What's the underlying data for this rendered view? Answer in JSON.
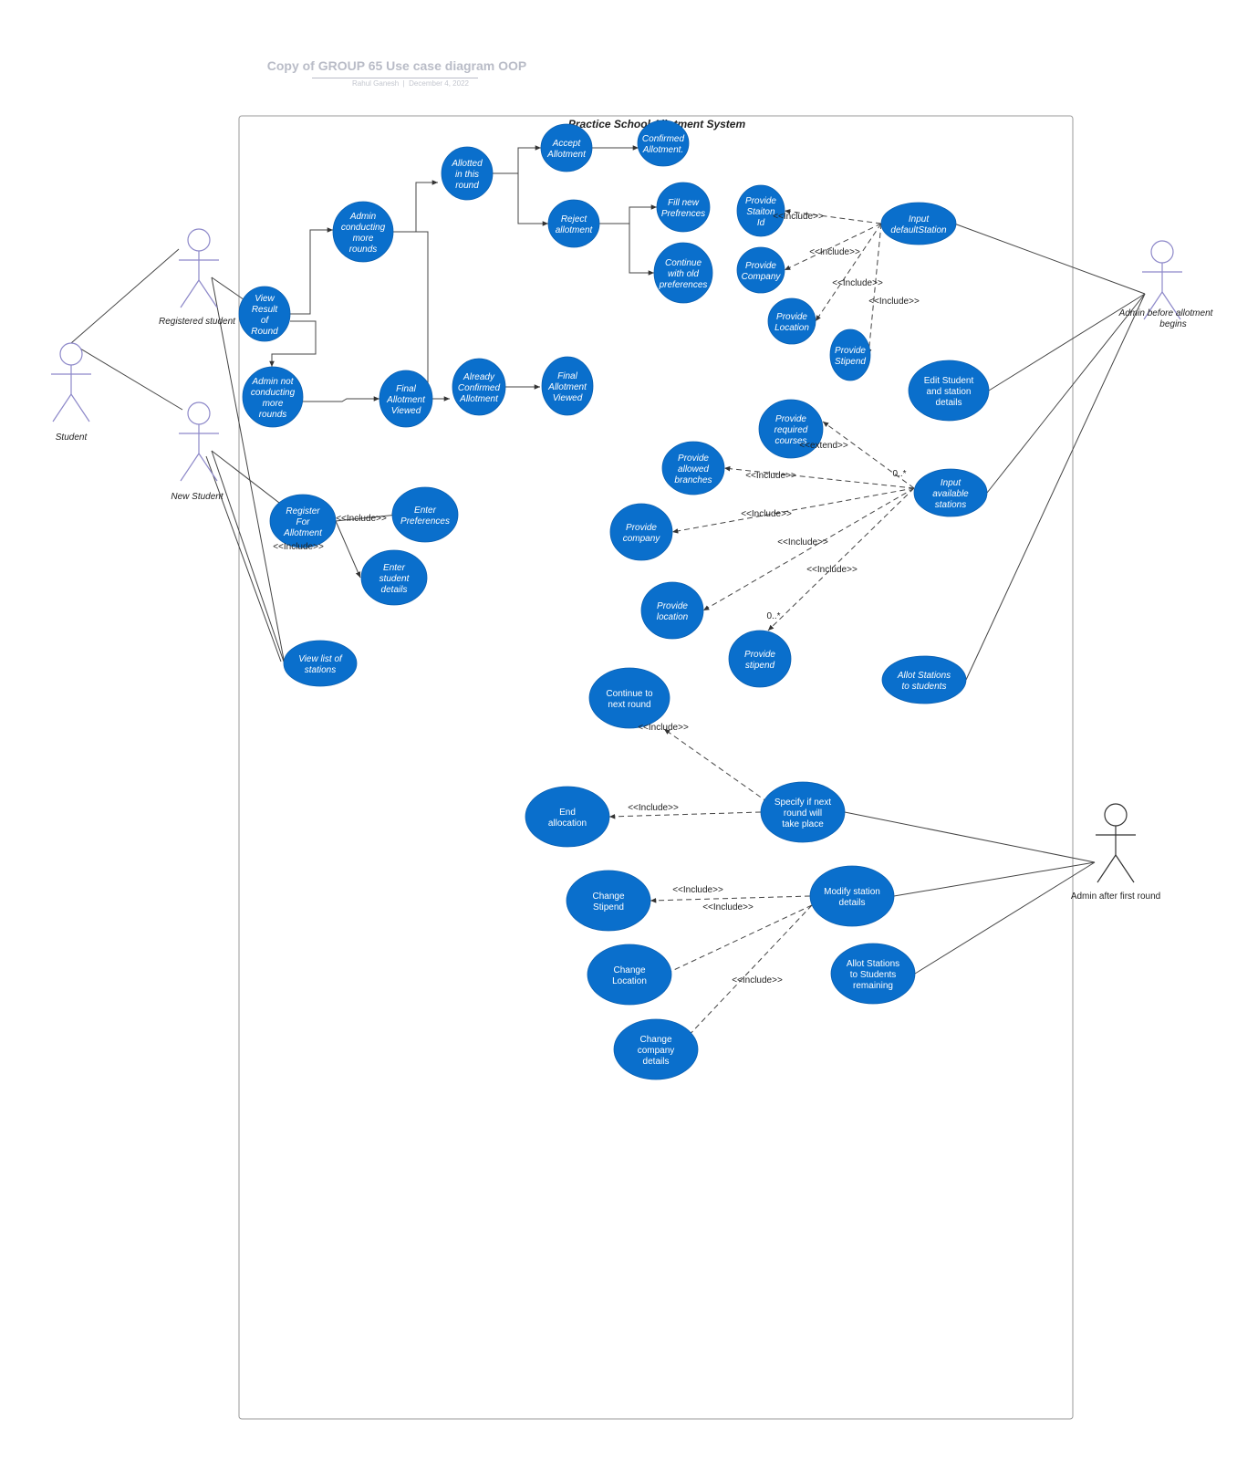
{
  "document": {
    "title": "Copy of GROUP 65 Use case diagram OOP",
    "author": "Rahul Ganesh",
    "date": "December 4, 2022"
  },
  "system": {
    "name": "Practice School Allotment System"
  },
  "colors": {
    "usecase_fill": "#0a6fcc",
    "usecase_text": "#ffffff",
    "actor_stroke": "#8d88c9",
    "line": "#444444",
    "boundary": "#9a9a9a",
    "title": "#b9bcc7"
  },
  "actors": [
    {
      "id": "student",
      "label": "Student"
    },
    {
      "id": "registered",
      "label": "Registered student"
    },
    {
      "id": "new",
      "label": "New Student"
    },
    {
      "id": "admin_before",
      "label": "Admin before allotment begins"
    },
    {
      "id": "admin_after",
      "label": "Admin after first round"
    }
  ],
  "use_cases": [
    {
      "id": "view_result",
      "lines": [
        "View",
        "Result",
        "of",
        "Round"
      ],
      "italic": true
    },
    {
      "id": "admin_conducting",
      "lines": [
        "Admin",
        "conducting",
        "more",
        "rounds"
      ],
      "italic": true
    },
    {
      "id": "admin_not",
      "lines": [
        "Admin not",
        "conducting",
        "more",
        "rounds"
      ],
      "italic": true
    },
    {
      "id": "allotted",
      "lines": [
        "Allotted",
        "in this",
        "round"
      ],
      "italic": true
    },
    {
      "id": "accept",
      "lines": [
        "Accept",
        "Allotment"
      ],
      "italic": true
    },
    {
      "id": "confirmed",
      "lines": [
        "Confirmed",
        "Allotment."
      ],
      "italic": true
    },
    {
      "id": "reject",
      "lines": [
        "Reject",
        "allotment"
      ],
      "italic": true
    },
    {
      "id": "fill_new",
      "lines": [
        "Fill new",
        "Prefrences"
      ],
      "italic": true
    },
    {
      "id": "continue_old",
      "lines": [
        "Continue",
        "with old",
        "preferences"
      ],
      "italic": true
    },
    {
      "id": "final_viewed1",
      "lines": [
        "Final",
        "Allotment",
        "Viewed"
      ],
      "italic": true
    },
    {
      "id": "already_confirmed",
      "lines": [
        "Already",
        "Confirmed",
        "Allotment"
      ],
      "italic": true
    },
    {
      "id": "final_viewed2",
      "lines": [
        "Final",
        "Allotment",
        "Viewed"
      ],
      "italic": true
    },
    {
      "id": "register",
      "lines": [
        "Register",
        "For",
        "Allotment"
      ],
      "italic": true
    },
    {
      "id": "enter_pref",
      "lines": [
        "Enter",
        "Preferences"
      ],
      "italic": true
    },
    {
      "id": "enter_student",
      "lines": [
        "Enter",
        "student",
        "details"
      ],
      "italic": true
    },
    {
      "id": "view_stations",
      "lines": [
        "View list of",
        "stations"
      ],
      "italic": true
    },
    {
      "id": "provide_station_id",
      "lines": [
        "Provide",
        "Staiton",
        "Id"
      ],
      "italic": true
    },
    {
      "id": "provide_company1",
      "lines": [
        "Provide",
        "Company"
      ],
      "italic": true
    },
    {
      "id": "provide_location1",
      "lines": [
        "Provide",
        "Location"
      ],
      "italic": true
    },
    {
      "id": "provide_stipend1",
      "lines": [
        "Provide",
        "Stipend"
      ],
      "italic": true
    },
    {
      "id": "input_default",
      "lines": [
        "Input",
        "defaultStation"
      ],
      "italic": true
    },
    {
      "id": "edit_student",
      "lines": [
        "Edit Student",
        "and station",
        "details"
      ],
      "italic": false
    },
    {
      "id": "provide_courses",
      "lines": [
        "Provide",
        "required",
        "courses"
      ],
      "italic": true
    },
    {
      "id": "provide_branches",
      "lines": [
        "Provide",
        "allowed",
        "branches"
      ],
      "italic": true
    },
    {
      "id": "provide_company2",
      "lines": [
        "Provide",
        "company"
      ],
      "italic": true
    },
    {
      "id": "provide_location2",
      "lines": [
        "Provide",
        "location"
      ],
      "italic": true
    },
    {
      "id": "provide_stipend2",
      "lines": [
        "Provide",
        "stipend"
      ],
      "italic": true
    },
    {
      "id": "input_available",
      "lines": [
        "Input",
        "available",
        "stations"
      ],
      "italic": true
    },
    {
      "id": "allot_stations",
      "lines": [
        "Allot Stations",
        "to students"
      ],
      "italic": true
    },
    {
      "id": "continue_next",
      "lines": [
        "Continue to",
        "next round"
      ],
      "italic": false
    },
    {
      "id": "end_allocation",
      "lines": [
        "End",
        "allocation"
      ],
      "italic": false
    },
    {
      "id": "specify_next",
      "lines": [
        "Specify if next",
        "round will",
        "take place"
      ],
      "italic": false
    },
    {
      "id": "change_stipend",
      "lines": [
        "Change",
        "Stipend"
      ],
      "italic": false
    },
    {
      "id": "modify_station",
      "lines": [
        "Modify station",
        "details"
      ],
      "italic": false
    },
    {
      "id": "change_location",
      "lines": [
        "Change",
        "Location"
      ],
      "italic": false
    },
    {
      "id": "allot_remaining",
      "lines": [
        "Allot Stations",
        "to Students",
        "remaining"
      ],
      "italic": false
    },
    {
      "id": "change_company",
      "lines": [
        "Change",
        "company",
        "details"
      ],
      "italic": false
    }
  ],
  "relation_labels": {
    "include": "<<Include>>",
    "extend": "<<extend>>",
    "multiplicity": "0..*"
  }
}
